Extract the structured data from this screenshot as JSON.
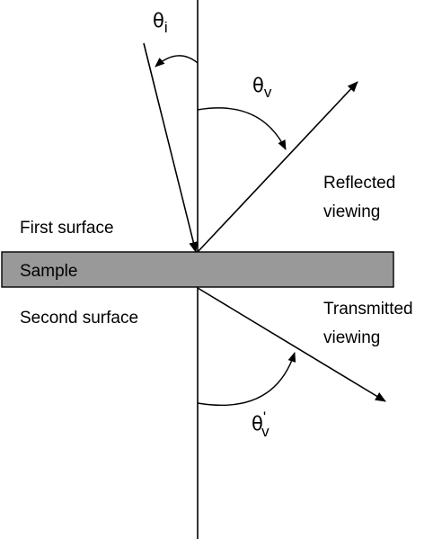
{
  "labels": {
    "first_surface": "First surface",
    "second_surface": "Second surface",
    "sample": "Sample",
    "reflected_line1": "Reflected",
    "reflected_line2": "viewing",
    "transmitted_line1": "Transmitted",
    "transmitted_line2": "viewing"
  },
  "angles": {
    "incidence": {
      "symbol": "θ",
      "subscript": "i"
    },
    "reflected": {
      "symbol": "θ",
      "subscript": "v"
    },
    "transmitted": {
      "symbol": "θ",
      "subscript": "v",
      "prime": "'"
    }
  },
  "colors": {
    "sample_fill": "#999999",
    "stroke": "#000000",
    "background": "#ffffff"
  }
}
